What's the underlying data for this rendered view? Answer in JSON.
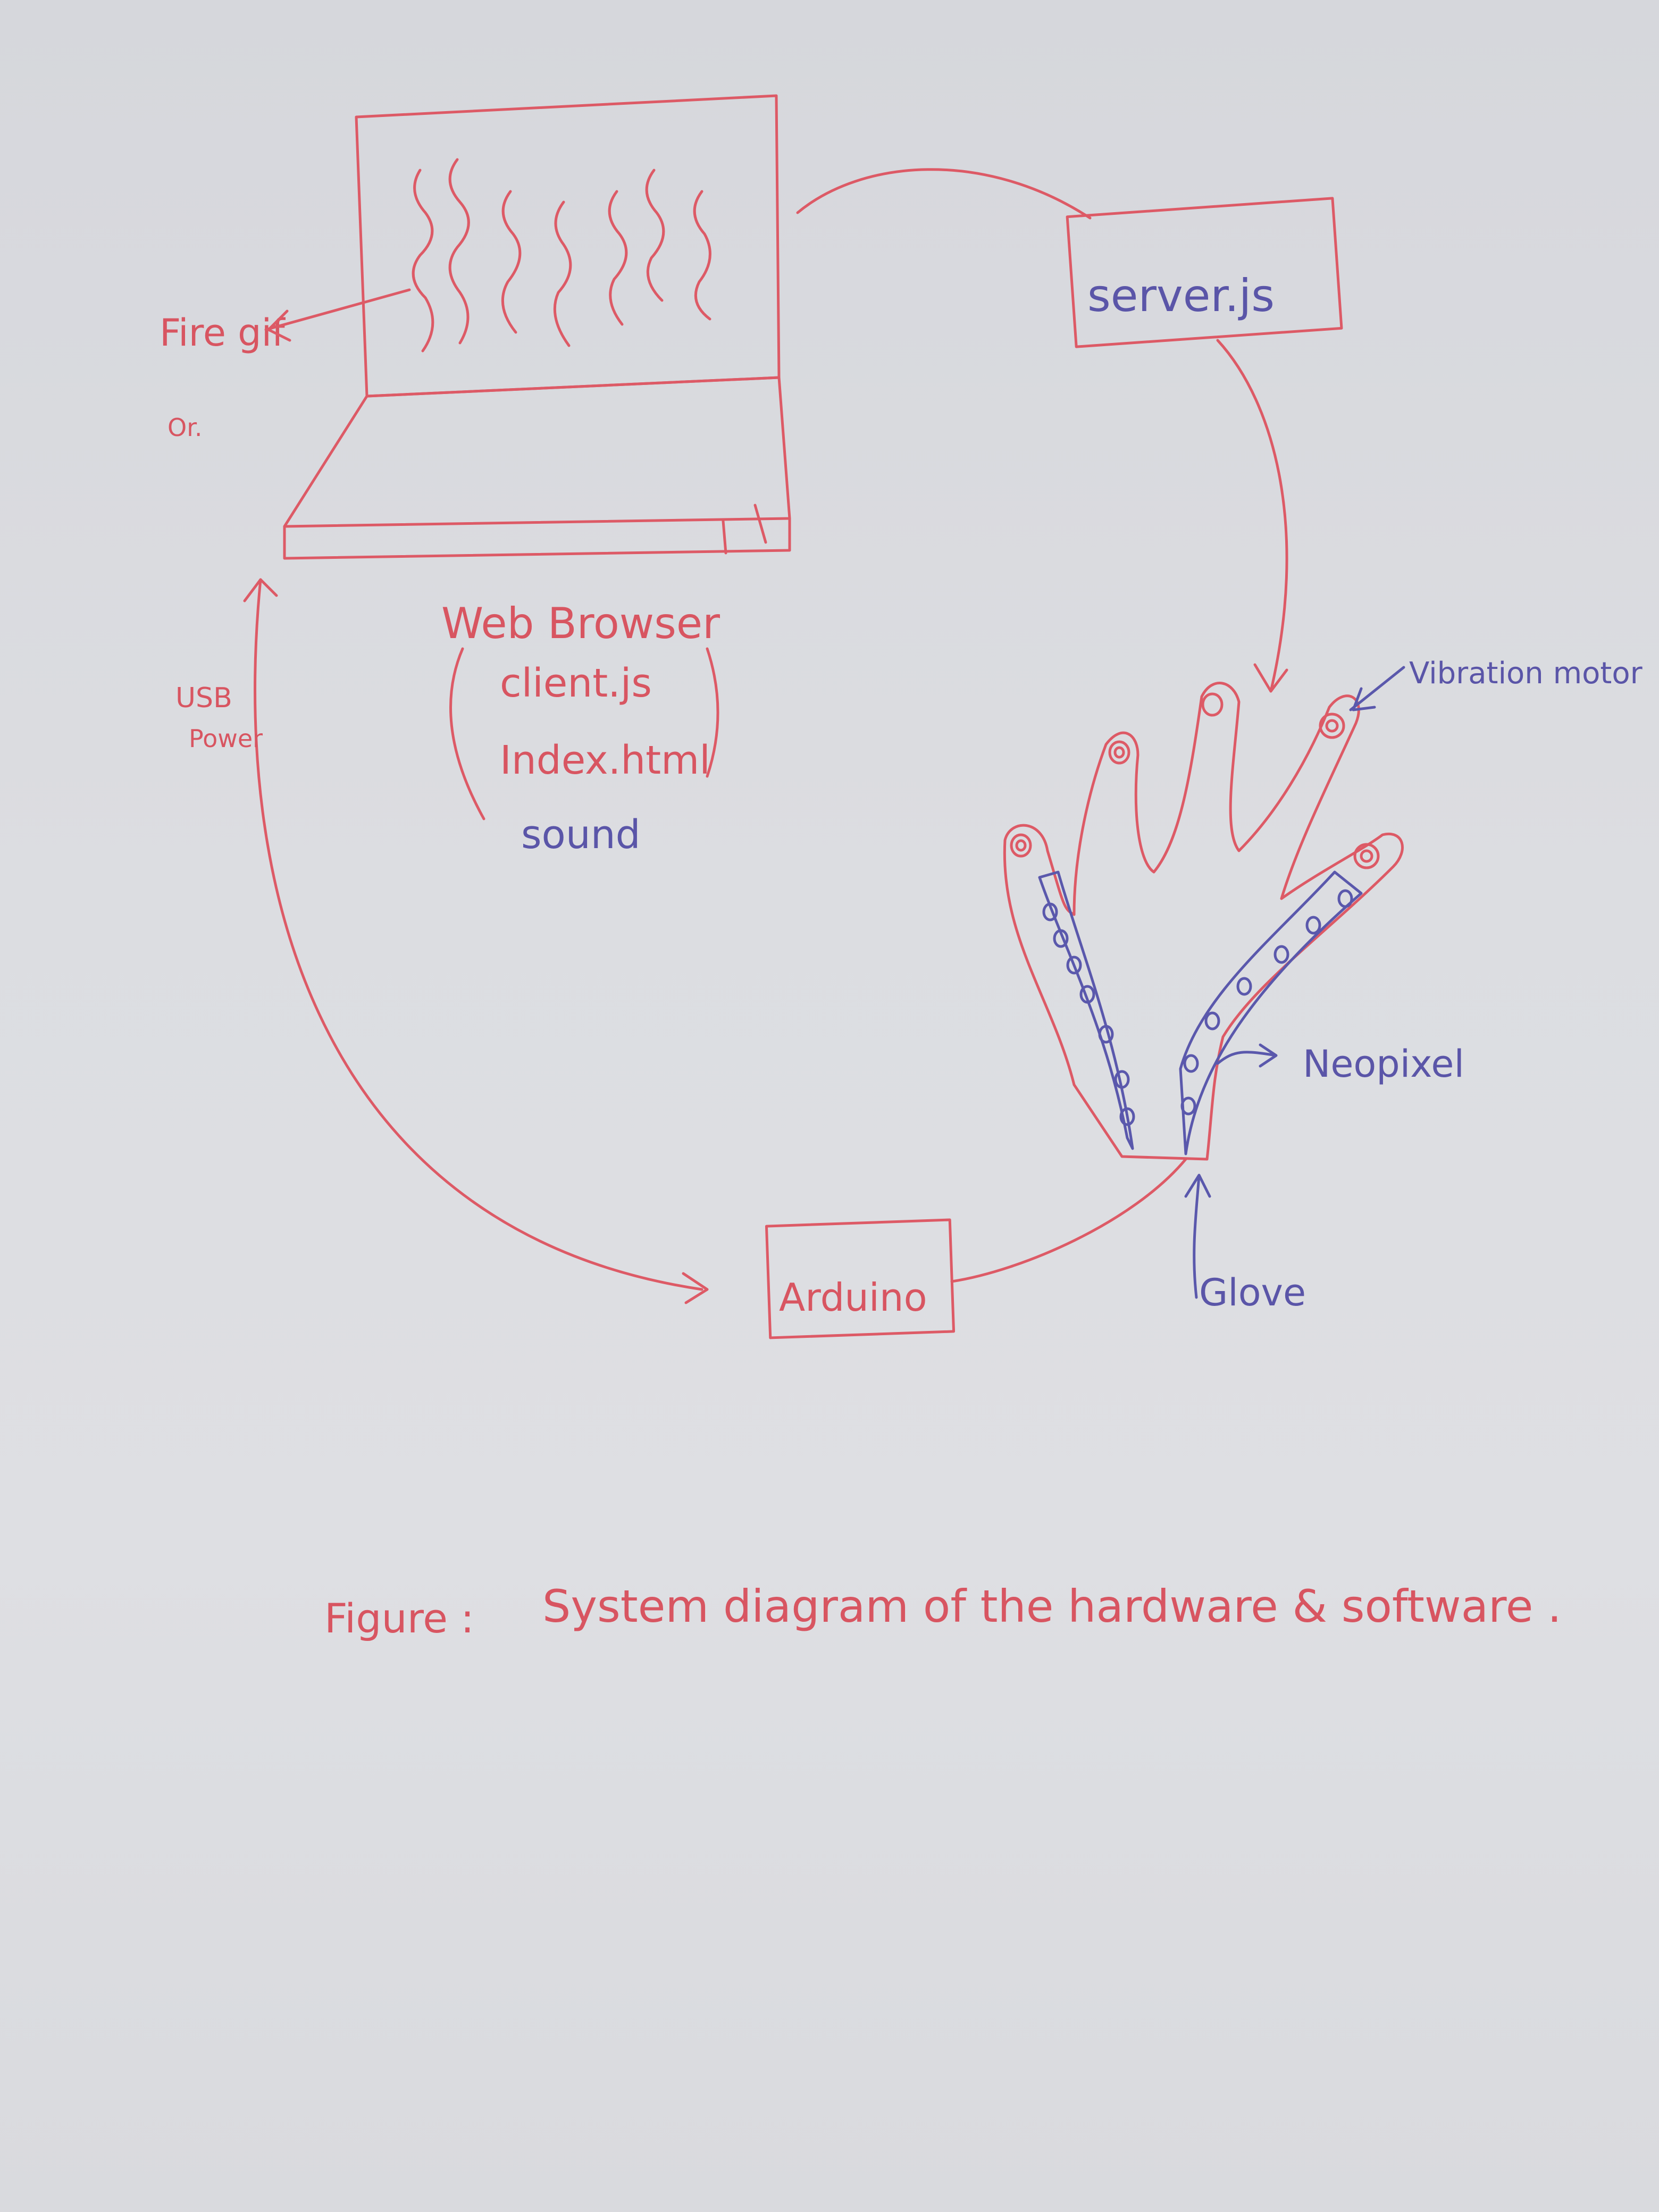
{
  "diagram": {
    "nodes": {
      "server": {
        "label": "server.js"
      },
      "browser": {
        "label": "Web Browser",
        "files": [
          "client.js",
          "Index.html",
          "sound"
        ]
      },
      "arduino": {
        "label": "Arduino"
      },
      "fire_gif": {
        "label": "Fire gif",
        "sub": "Or."
      },
      "glove": {
        "label": "Glove"
      },
      "vibration_motor": {
        "label": "Vibration motor"
      },
      "neopixel": {
        "label": "Neopixel"
      }
    },
    "edges": {
      "usb_power": {
        "line1": "USB",
        "line2": "Power"
      }
    },
    "caption": {
      "prefix": "Figure :",
      "text": "System diagram of the hardware & software ."
    }
  },
  "colors": {
    "red_ink": "#dd5a66",
    "blue_ink": "#5a58ac",
    "paper": "#dcdde1"
  }
}
